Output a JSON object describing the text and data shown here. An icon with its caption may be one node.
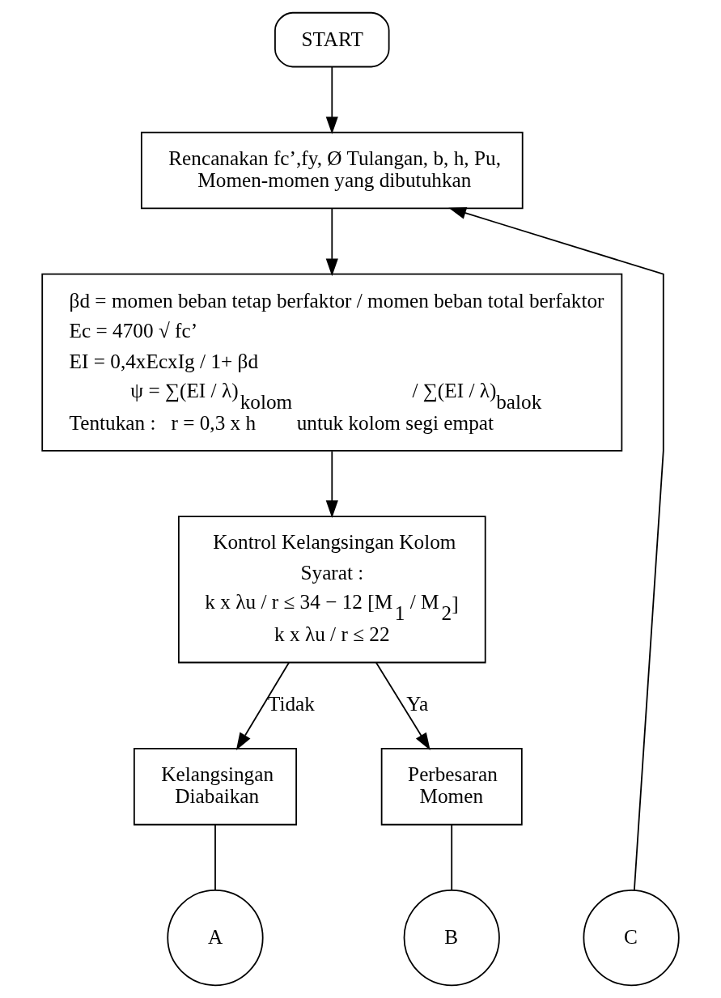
{
  "diagram": {
    "nodes": [
      {
        "text": [
          "START"
        ]
      },
      {
        "text": [
          "Rencanakan fc’,fy, Ø Tulangan, b, h, Pu, Momen-momen yang dibutuhkan"
        ]
      },
      {
        "text": [
          "βd = momen beban tetap berfaktor / momen beban total berfaktor",
          "Ec = 4700 √ fc’",
          "EI = 0,4xEcxIg / 1+ βd",
          "ψ = ∑(EI / λ)$_{kolom}$ / ∑(EI / λ)$_{balok}$",
          "Tentukan :   r = 0,3 x h        untuk kolom segi empat"
        ]
      },
      {
        "text": [
          "Kontrol Kelangsingan Kolom",
          "Syarat :",
          "k x λu / r ≤ 34 − 12 [M$_{1}$ / M$_{2}$]",
          "k x λu / r ≤ 22"
        ]
      },
      {
        "text": [
          "Kelangsingan Diabaikan"
        ]
      },
      {
        "text": [
          "Perbesaran Momen"
        ]
      },
      {
        "text": [
          "A"
        ]
      },
      {
        "text": [
          "B"
        ]
      },
      {
        "text": [
          "C"
        ]
      }
    ],
    "edges": [
      {
        "from": 0,
        "to": 1,
        "arrow": "to"
      },
      {
        "from": 1,
        "to": 2,
        "arrow": "to"
      },
      {
        "from": 2,
        "to": 3,
        "arrow": "to"
      },
      {
        "from": 3,
        "to": 4,
        "arrow": "to",
        "label": "Tidak"
      },
      {
        "from": 3,
        "to": 5,
        "arrow": "to",
        "label": "Ya"
      },
      {
        "from": 4,
        "to": 6,
        "arrow": "none"
      },
      {
        "from": 5,
        "to": 7,
        "arrow": "none"
      },
      {
        "from": 8,
        "to": 1,
        "arrow": "to"
      }
    ]
  }
}
